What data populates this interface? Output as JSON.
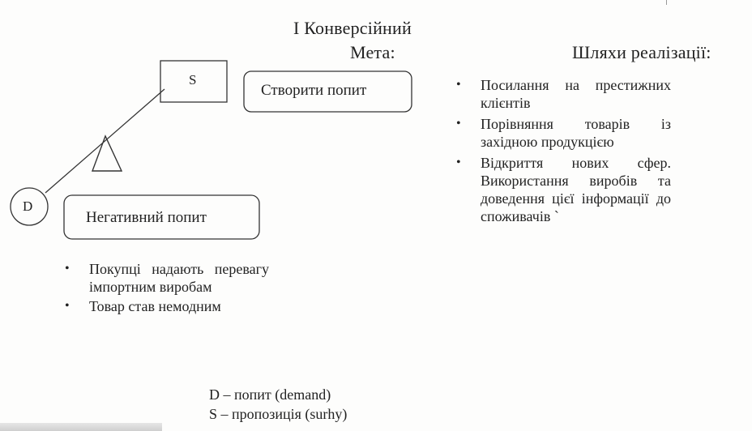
{
  "header": {
    "title_line": "І Конверсійний",
    "goal_label": "Мета:",
    "ways_label": "Шляхи реалізації:"
  },
  "nodes": {
    "s_label": "S",
    "d_label": "D",
    "goal_box": "Створити попит",
    "negative_box": "Негативний попит"
  },
  "left_bullets": [
    "Покупці надають перевагу імпортним виробам",
    "Товар став немодним"
  ],
  "right_bullets": [
    "Посилання на престижних клієнтів",
    "Порівняння товарів із західною продукцією",
    "Відкриття нових сфер. Використання виробів та доведення цієї інформації до споживачів `"
  ],
  "legend": {
    "line1": "D – попит (demand)",
    "line2": "S – пропозиція (surhy)"
  }
}
